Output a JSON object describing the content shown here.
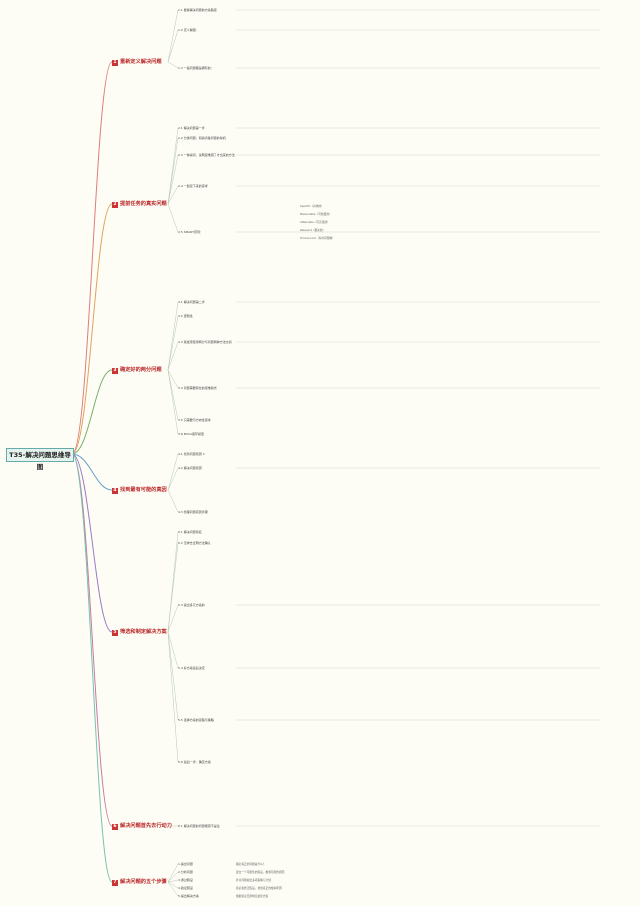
{
  "title": "T35-解决问题思维导图",
  "branches": [
    {
      "num": "1",
      "label": "重新定义解决问题"
    },
    {
      "num": "2",
      "label": "提前任务的真实问题"
    },
    {
      "num": "3",
      "label": "确定好的两分问题"
    },
    {
      "num": "4",
      "label": "找到最有可能的真因"
    },
    {
      "num": "5",
      "label": "筛选和制定解决方案"
    },
    {
      "num": "6",
      "label": "解决问题首先去行动力"
    },
    {
      "num": "7",
      "label": "解决问题的五个步骤"
    }
  ],
  "b1_items": [
    "1.1 能够解决问题的方案路径",
    "1.2 定义解题：",
    "1.3 一般问题都是拥有的："
  ],
  "b2_items": [
    "2.1 解决问题第一步",
    "2.2 分类问题，和搞清楚问题的动机",
    "2.3 一种提问，说明思维错了才出来的方法",
    "2.4 一起接下来的思考",
    "2.5 SMART原则："
  ],
  "b3_items": [
    "3.1 解决问题第二步",
    "3.2 逻辑性",
    "3.3 我发现使用两分与问题两种方法交织",
    "3.4 问题需要简化的思维模式",
    "3.5 只需要与方向性思考",
    "3.6 PDCA循环模型"
  ],
  "b4_items": [
    "4.1 找到问题真因 3",
    "4.2 解决问题真因",
    "4.3 梳理问题真因步骤"
  ],
  "b5_items": [
    "5.1 解决问题真名",
    "5.2 怎样去证明方法确认",
    "5.3 提出多元方案的",
    "5.4 好方案最后决定",
    "5.5 选择方案的思路与策略",
    "5.6 最后一步：确定方案"
  ],
  "b6_items": [
    "6.1 解决问题的问题根源不是生"
  ],
  "b7_items": [
    "1.提出问题",
    "2.分析问题",
    "3.通过假设",
    "4.验证假设",
    "5.提出解决方案"
  ],
  "b7_notes": [
    "确定真正的问题是什么？",
    "建立一个可能性的假设，推测可能的原因",
    "针对问题提出多项策略与计划",
    "验证和修正假设，找到真正的根本原因",
    "根据验证结果制定最佳方案"
  ],
  "smart": [
    "Specific（具体的）",
    "Measurable（可衡量的）",
    "Attainable（可实现的）",
    "Relevant（相关的）",
    "Time-bound（有时间限制）"
  ]
}
